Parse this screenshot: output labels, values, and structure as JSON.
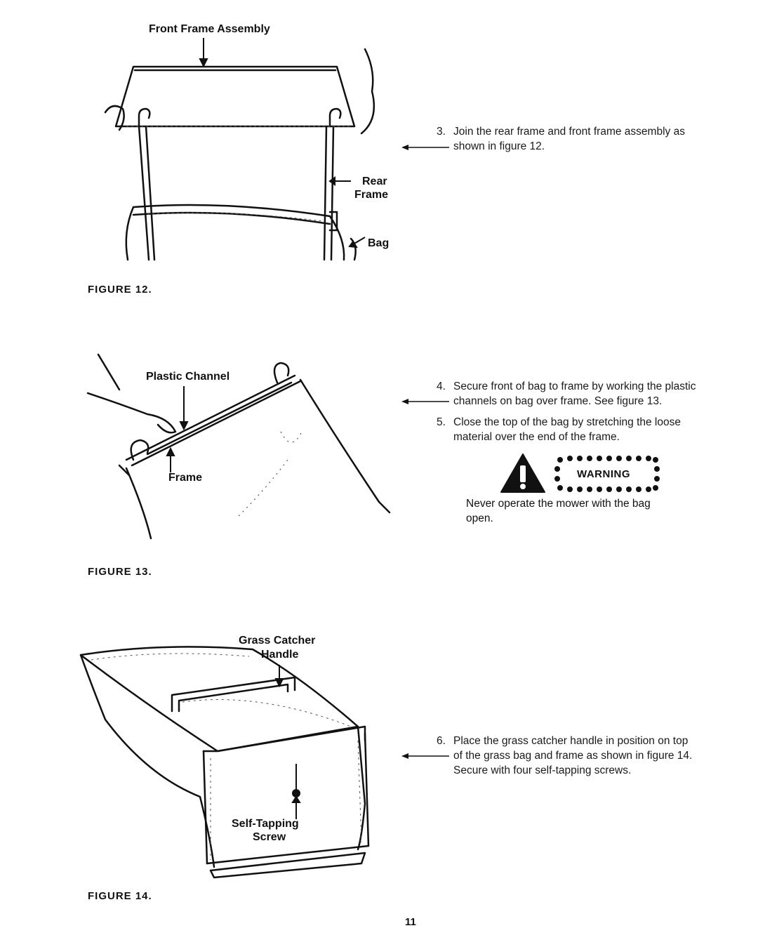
{
  "figure12": {
    "label_front": "Front Frame Assembly",
    "label_rear_line1": "Rear",
    "label_rear_line2": "Frame",
    "label_bag": "Bag",
    "caption": "FIGURE 12."
  },
  "figure13": {
    "label_channel": "Plastic Channel",
    "label_frame": "Frame",
    "caption": "FIGURE 13."
  },
  "figure14": {
    "label_handle_line1": "Grass Catcher",
    "label_handle_line2": "Handle",
    "label_screw_line1": "Self-Tapping",
    "label_screw_line2": "Screw",
    "caption": "FIGURE 14."
  },
  "steps": [
    {
      "num": "3.",
      "line1": "Join the rear frame and front frame assembly as",
      "line2": "shown in figure 12."
    },
    {
      "num": "4.",
      "line1": "Secure front of bag to frame by working the plastic",
      "line2": "channels on bag over frame. See figure 13."
    },
    {
      "num": "5.",
      "line1": "Close the top of the bag by stretching the loose",
      "line2": "material over the end of the frame."
    },
    {
      "num": "6.",
      "line1": "Place the grass catcher handle in position on top",
      "line2": "of the grass bag and frame as shown in figure 14.",
      "line3": "Secure with four self-tapping screws."
    }
  ],
  "warning": {
    "badge": "WARNING",
    "line1": "Never operate the mower with the bag",
    "line2": "open."
  },
  "page_number": "11"
}
